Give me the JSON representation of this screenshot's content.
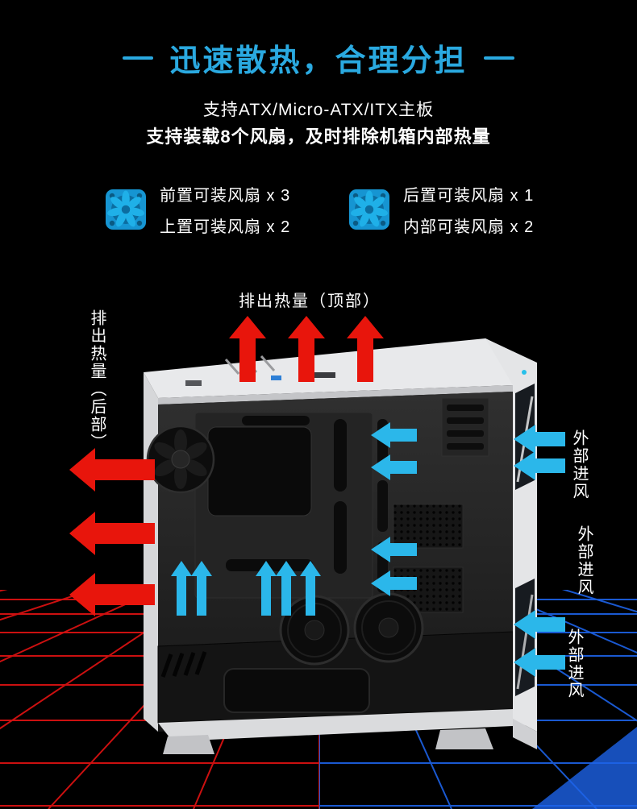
{
  "colors": {
    "background": "#000000",
    "accent": "#2aa9e0",
    "text": "#ffffff",
    "exhaust": "#e8150c",
    "intake": "#2bb7ea",
    "grid_red": "#e31212",
    "grid_blue": "#1d63e8"
  },
  "header": {
    "title": "迅速散热，合理分担",
    "subtitle_line1": "支持ATX/Micro-ATX/ITX主板",
    "subtitle_line2": "支持装载8个风扇，及时排除机箱内部热量"
  },
  "fan_specs": {
    "left": {
      "icon": "fan-icon",
      "lines": [
        "前置可装风扇 x 3",
        "上置可装风扇 x 2"
      ]
    },
    "right": {
      "icon": "fan-icon",
      "lines": [
        "后置可装风扇 x 1",
        "内部可装风扇 x 2"
      ]
    }
  },
  "diagram": {
    "top_exhaust_label": "排出热量（顶部）",
    "rear_exhaust_label": "排出热量（后部）",
    "intake_labels": [
      "外部进风",
      "外部进风",
      "外部进风"
    ]
  }
}
